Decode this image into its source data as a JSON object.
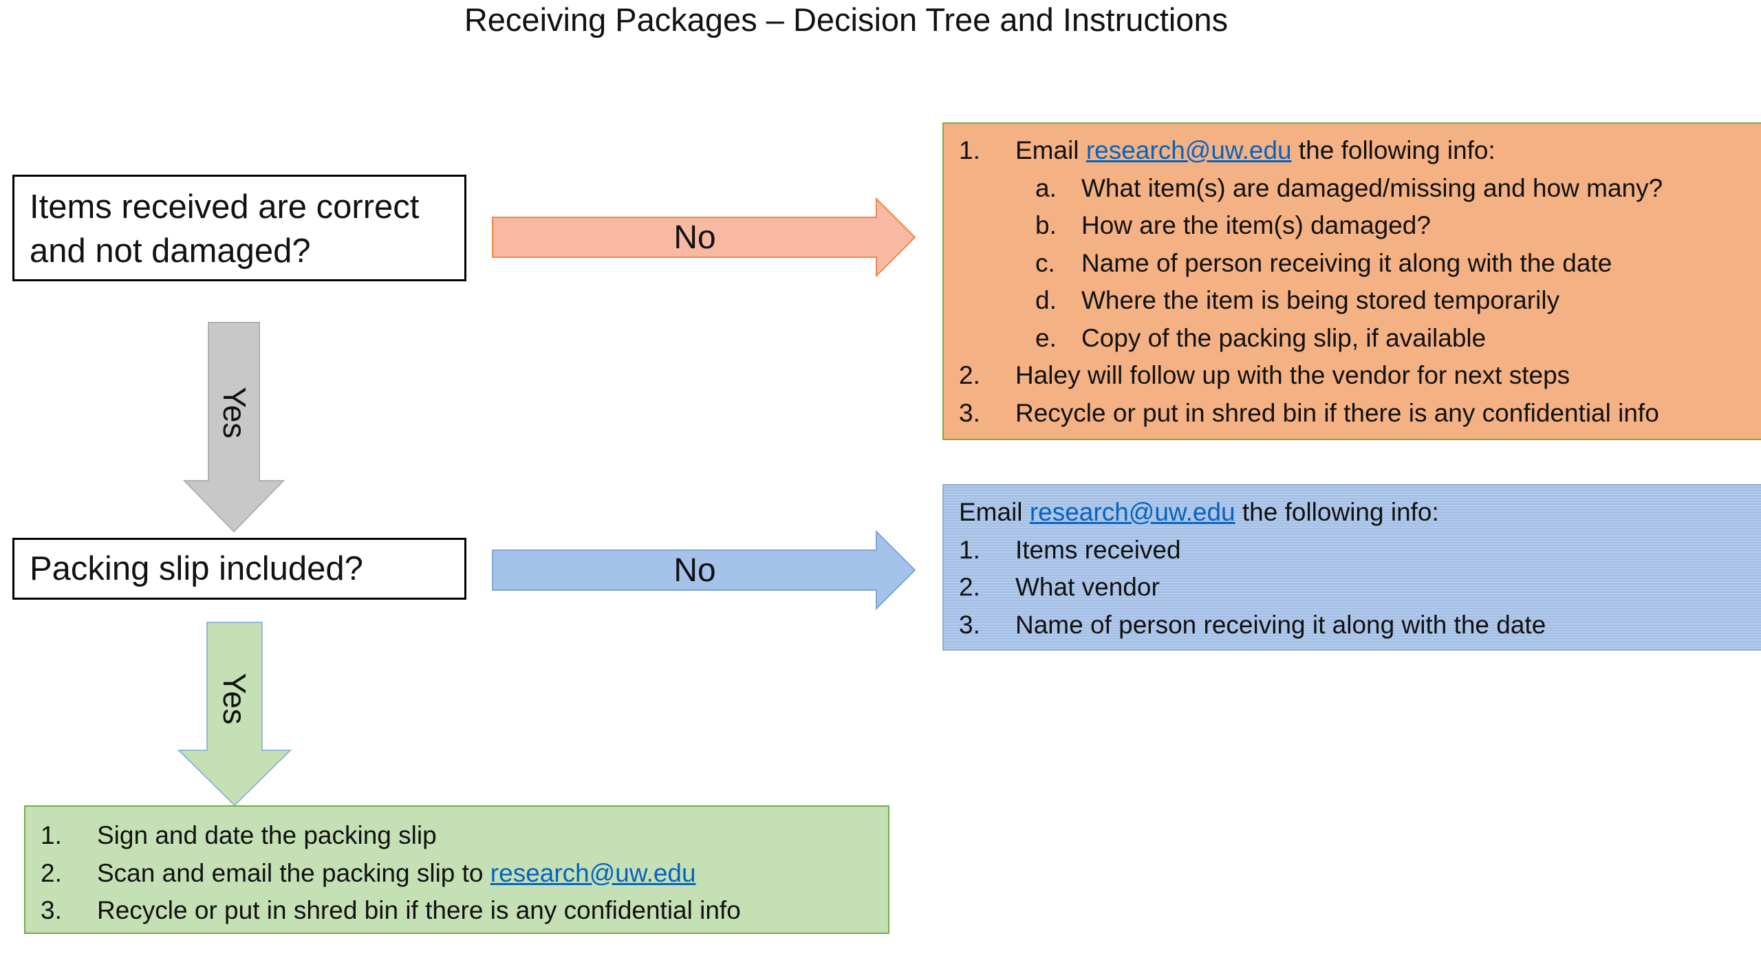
{
  "title": "Receiving Packages – Decision Tree and Instructions",
  "decision_1": {
    "line1": "Items received are correct",
    "line2": "and not damaged?"
  },
  "decision_2": {
    "text": "Packing slip included?"
  },
  "arrows": {
    "no_label_1": "No",
    "no_label_2": "No",
    "yes_label_1": "Yes",
    "yes_label_2": "Yes"
  },
  "damaged_panel": {
    "item1": {
      "num": "1.",
      "prefix": "Email ",
      "email": "research@uw.edu",
      "suffix": " the following info:"
    },
    "subitems": [
      {
        "letter": "a.",
        "text": "What item(s) are damaged/missing and how many?"
      },
      {
        "letter": "b.",
        "text": "How are the item(s) damaged?"
      },
      {
        "letter": "c.",
        "text": "Name of person receiving it along with the date"
      },
      {
        "letter": "d.",
        "text": "Where the item is being stored temporarily"
      },
      {
        "letter": "e.",
        "text": "Copy of the packing slip, if available"
      }
    ],
    "item2": {
      "num": "2.",
      "text": "Haley will follow up with the vendor for next steps"
    },
    "item3": {
      "num": "3.",
      "text": "Recycle or put in shred bin if there is any confidential info"
    }
  },
  "no_slip_panel": {
    "intro": {
      "prefix": "Email ",
      "email": "research@uw.edu",
      "suffix": " the following info:"
    },
    "items": [
      {
        "num": "1.",
        "text": "Items received"
      },
      {
        "num": "2.",
        "text": "What vendor"
      },
      {
        "num": "3.",
        "text": "Name of person receiving it along with the date"
      }
    ]
  },
  "slip_panel": {
    "item1": {
      "num": "1.",
      "text": "Sign and date the packing slip"
    },
    "item2": {
      "num": "2.",
      "prefix": "Scan and email the packing slip to ",
      "email": "research@uw.edu"
    },
    "item3": {
      "num": "3.",
      "text": "Recycle or put in shred bin if there is any confidential info"
    }
  },
  "colors": {
    "orange_fill": "#f4b183",
    "orange_arrow": "#f8b9a2",
    "blue_fill": "#a9c4ea",
    "green_fill": "#c5e0b4",
    "gray_arrow": "#c8c8c8",
    "link": "#0563c1"
  }
}
